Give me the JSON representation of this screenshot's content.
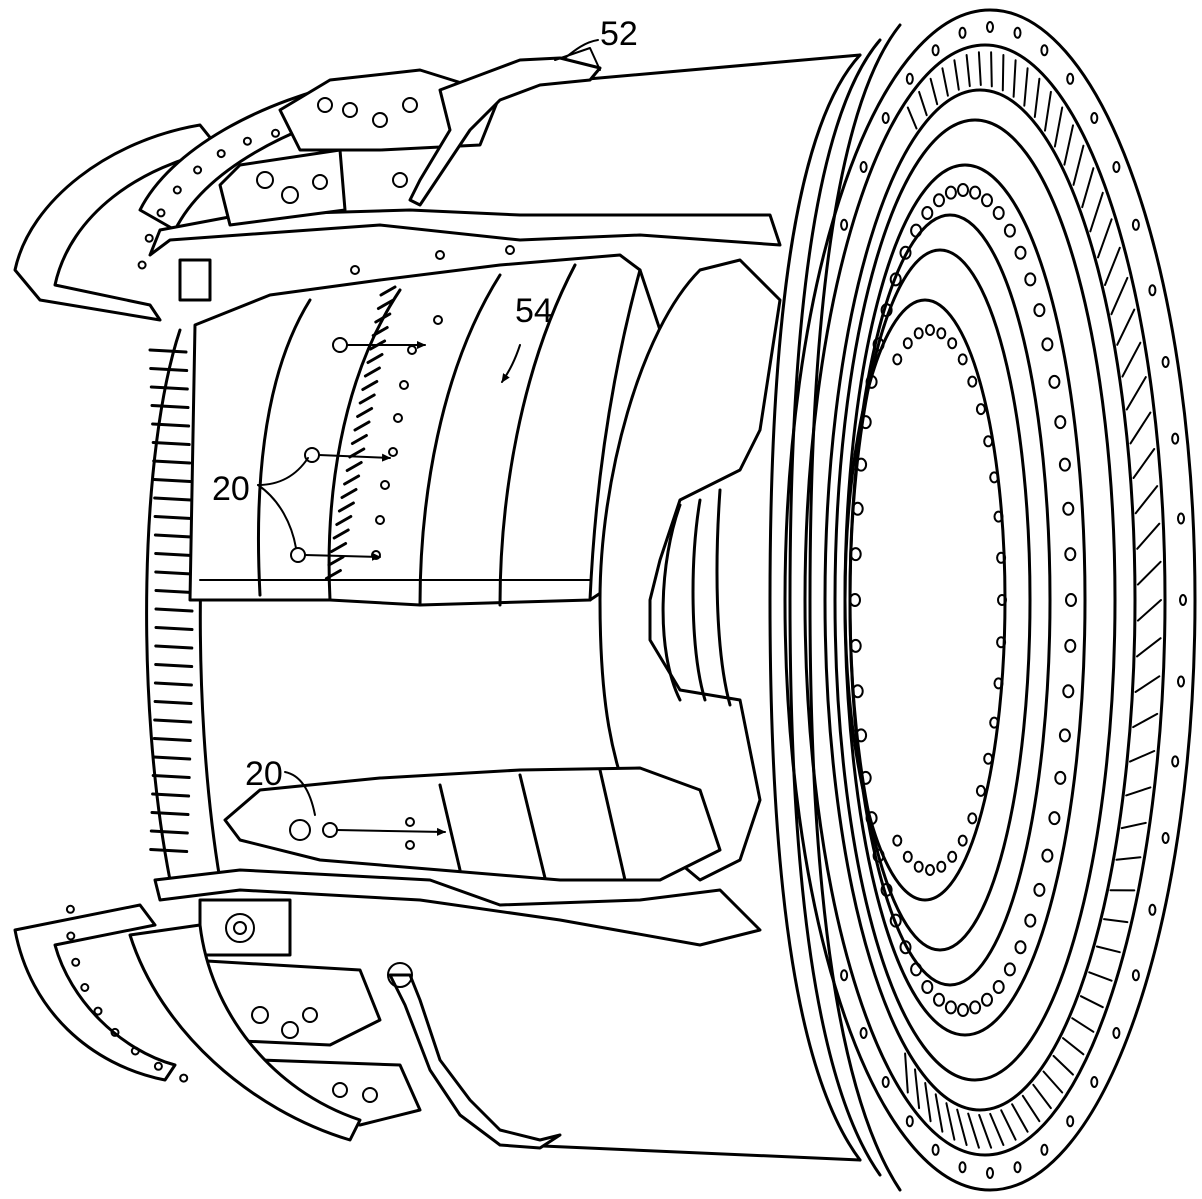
{
  "figure": {
    "labels": {
      "ref_52": "52",
      "ref_54": "54",
      "ref_20_upper": "20",
      "ref_20_lower": "20"
    }
  },
  "colors": {
    "line": "#000000",
    "background": "#ffffff"
  }
}
